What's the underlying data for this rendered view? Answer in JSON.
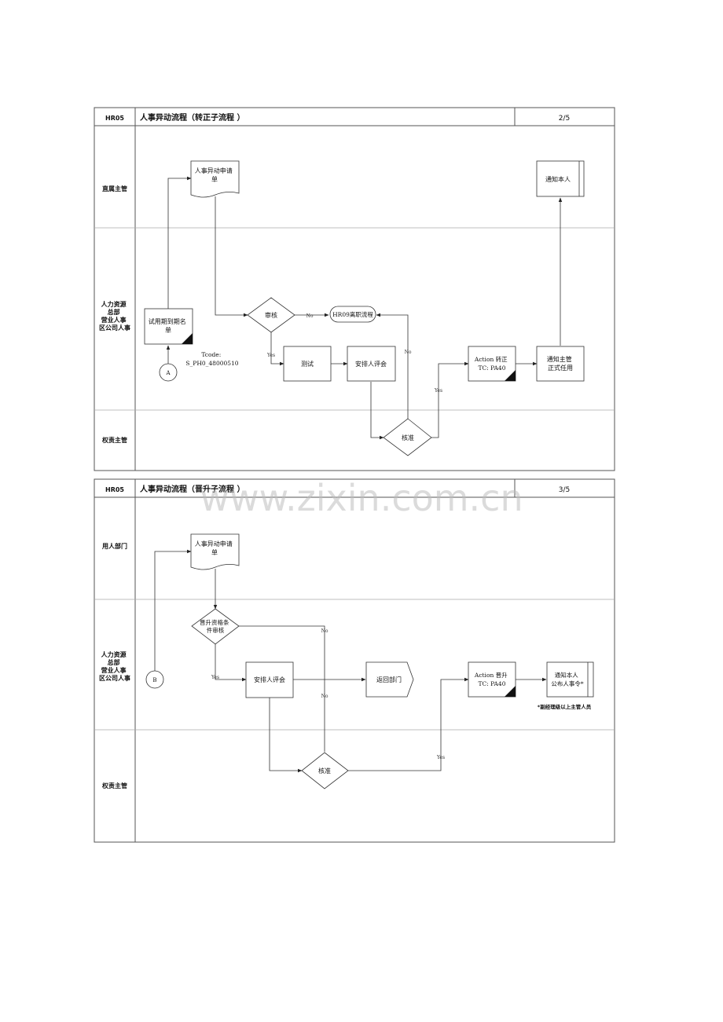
{
  "watermark": "www.zixin.com.cn",
  "diagrams": [
    {
      "header": {
        "code": "HR05",
        "title": "人事异动流程（转正子流程 ）",
        "page": "2/5"
      },
      "lanes": [
        {
          "label_lines": [
            "直属主管"
          ]
        },
        {
          "label_lines": [
            "人力资源",
            "总部",
            "营业人事",
            "区公司人事"
          ]
        },
        {
          "label_lines": [
            "权责主管"
          ]
        }
      ],
      "nodes": {
        "request_doc": [
          "人事异动申请",
          "单"
        ],
        "probation_list": [
          "试用期到期名",
          "单"
        ],
        "connector_a": "A",
        "tcode": [
          "Tcode:",
          "S_PH0_48000510"
        ],
        "review": "审核",
        "resign_flow": "HR09离职流程",
        "test": "测试",
        "arrange_review": "安排人评会",
        "approve": "核准",
        "action_regular": [
          "Action 转正",
          "TC: PA40"
        ],
        "notify_manager": [
          "通知主管",
          "正式任用"
        ],
        "notify_self": "通知本人"
      },
      "edge_labels": {
        "no_review": "No",
        "yes_review": "Yes",
        "no_approve": "No",
        "yes_approve": "Yes"
      }
    },
    {
      "header": {
        "code": "HR05",
        "title": "人事异动流程（晋升子流程 ）",
        "page": "3/5"
      },
      "lanes": [
        {
          "label_lines": [
            "用人部门"
          ]
        },
        {
          "label_lines": [
            "人力资源",
            "总部",
            "营业人事",
            "区公司人事"
          ]
        },
        {
          "label_lines": [
            "权责主管"
          ]
        }
      ],
      "nodes": {
        "request_doc": [
          "人事异动申请",
          "单"
        ],
        "qualification_review": [
          "晋升资格条",
          "件审核"
        ],
        "connector_b": "B",
        "arrange_review": "安排人评会",
        "return_dept": "返回部门",
        "approve": "核准",
        "action_promote": [
          "Action 晋升",
          "TC: PA40"
        ],
        "notify_publish": [
          "通知本人",
          "公布人事令*"
        ],
        "footnote": "*副经理级以上主管人员"
      },
      "edge_labels": {
        "no_qual": "No",
        "yes_qual": "Yes",
        "no_approve": "No",
        "yes_approve": "Yes"
      }
    }
  ]
}
